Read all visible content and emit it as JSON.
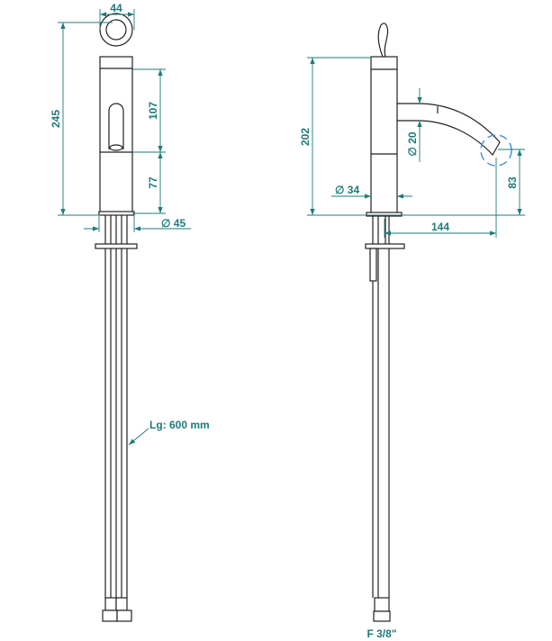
{
  "front_view": {
    "width_top": "44",
    "height_total": "245",
    "height_upper": "107",
    "height_lower": "77",
    "base_diameter": "∅ 45",
    "hose_length": "Lg: 600 mm"
  },
  "side_view": {
    "height_body": "202",
    "spout_diameter": "∅ 20",
    "body_diameter": "∅ 34",
    "spout_height": "83",
    "spout_reach": "144",
    "connection": "F 3/8\""
  },
  "colors": {
    "dimension": "#1f7a78",
    "highlight": "#3a8ee0",
    "outline": "#222222"
  }
}
